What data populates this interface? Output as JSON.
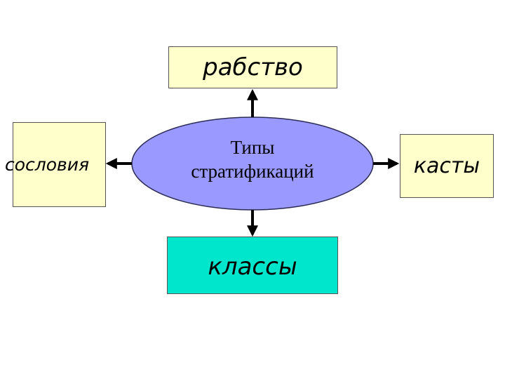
{
  "center": {
    "line1": "Типы",
    "line2": "стратификаций"
  },
  "nodes": {
    "top": "рабство",
    "left": "сословия",
    "right": "касты",
    "bottom": "классы"
  },
  "colors": {
    "ellipse_fill": "#9999ff",
    "ellipse_stroke": "#2b2b55",
    "box_yellow": "#ffffcc",
    "box_teal": "#00e6cc",
    "arrow": "#000000"
  }
}
